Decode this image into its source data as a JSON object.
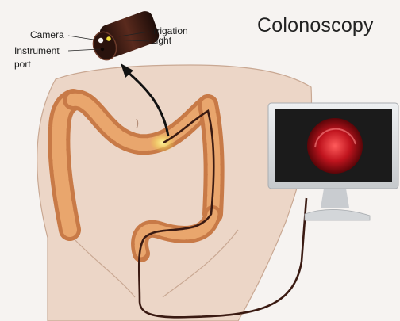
{
  "title": "Colonoscopy",
  "labels": {
    "camera": "Camera",
    "instrument_line1": "Instrument",
    "instrument_line2": "port",
    "irrigation": "Irrigation",
    "light": "Light"
  },
  "colors": {
    "background": "#f6f3f1",
    "skin": "#ecd6c7",
    "colon": "#e29a62",
    "colon_dark": "#b8683a",
    "scope_tube": "#3a1a12",
    "light_glow": "#f2e03a",
    "monitor_frame": "#d9dbdd",
    "monitor_screen": "#1b1b1b",
    "monitor_image": "#c0141e"
  }
}
